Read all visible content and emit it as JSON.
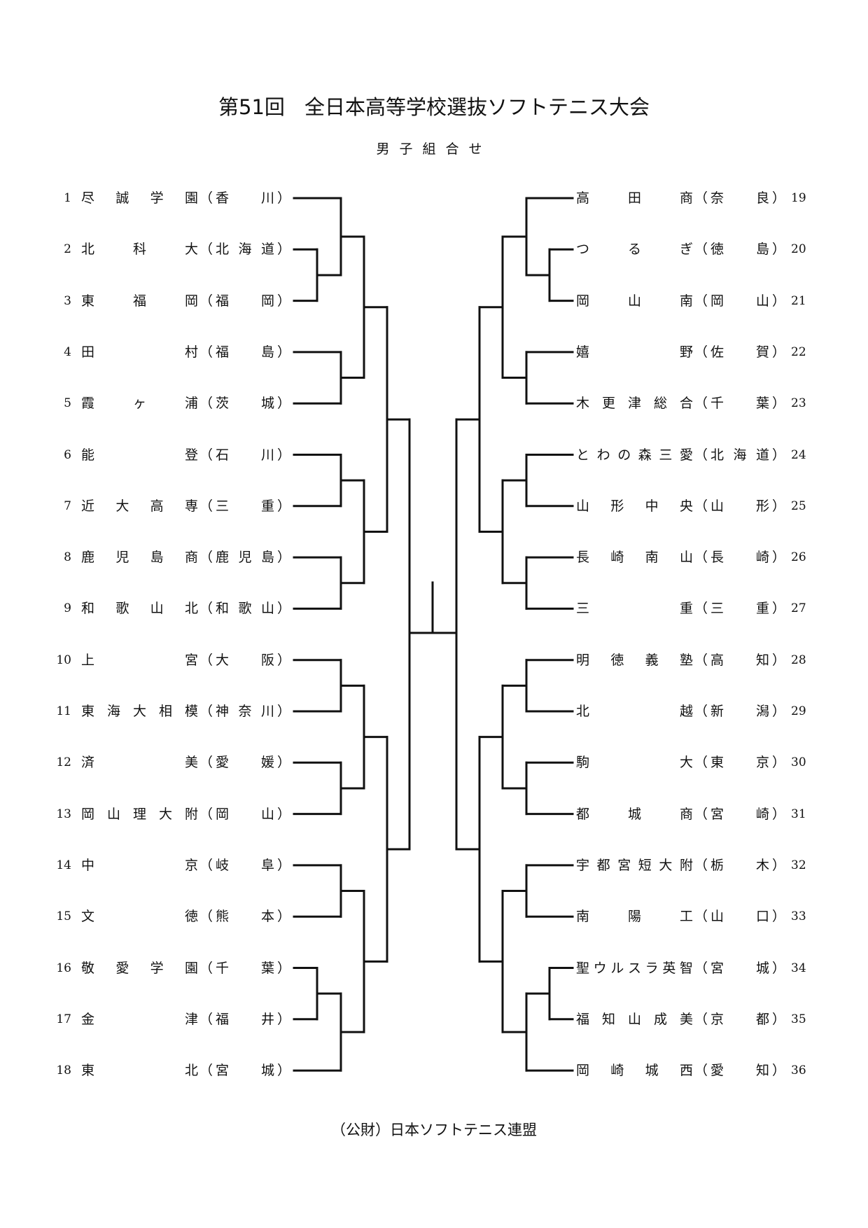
{
  "header": {
    "title_number": "第51回",
    "title": "全日本高等学校選抜ソフトテニス大会",
    "subtitle": "男子組合せ"
  },
  "entries_left": [
    {
      "no": "1",
      "school": "尽誠学園",
      "pref": "香川"
    },
    {
      "no": "2",
      "school": "北科大",
      "pref": "北海道"
    },
    {
      "no": "3",
      "school": "東福岡",
      "pref": "福岡"
    },
    {
      "no": "4",
      "school": "田村",
      "pref": "福島"
    },
    {
      "no": "5",
      "school": "霞ヶ浦",
      "pref": "茨城"
    },
    {
      "no": "6",
      "school": "能登",
      "pref": "石川"
    },
    {
      "no": "7",
      "school": "近大高専",
      "pref": "三重"
    },
    {
      "no": "8",
      "school": "鹿児島商",
      "pref": "鹿児島"
    },
    {
      "no": "9",
      "school": "和歌山北",
      "pref": "和歌山"
    },
    {
      "no": "10",
      "school": "上宮",
      "pref": "大阪"
    },
    {
      "no": "11",
      "school": "東海大相模",
      "pref": "神奈川"
    },
    {
      "no": "12",
      "school": "済美",
      "pref": "愛媛"
    },
    {
      "no": "13",
      "school": "岡山理大附",
      "pref": "岡山"
    },
    {
      "no": "14",
      "school": "中京",
      "pref": "岐阜"
    },
    {
      "no": "15",
      "school": "文徳",
      "pref": "熊本"
    },
    {
      "no": "16",
      "school": "敬愛学園",
      "pref": "千葉"
    },
    {
      "no": "17",
      "school": "金津",
      "pref": "福井"
    },
    {
      "no": "18",
      "school": "東北",
      "pref": "宮城"
    }
  ],
  "entries_right": [
    {
      "no": "19",
      "school": "高田商",
      "pref": "奈良"
    },
    {
      "no": "20",
      "school": "つるぎ",
      "pref": "徳島"
    },
    {
      "no": "21",
      "school": "岡山南",
      "pref": "岡山"
    },
    {
      "no": "22",
      "school": "嬉野",
      "pref": "佐賀"
    },
    {
      "no": "23",
      "school": "木更津総合",
      "pref": "千葉"
    },
    {
      "no": "24",
      "school": "とわの森三愛",
      "pref": "北海道"
    },
    {
      "no": "25",
      "school": "山形中央",
      "pref": "山形"
    },
    {
      "no": "26",
      "school": "長崎南山",
      "pref": "長崎"
    },
    {
      "no": "27",
      "school": "三重",
      "pref": "三重"
    },
    {
      "no": "28",
      "school": "明徳義塾",
      "pref": "高知"
    },
    {
      "no": "29",
      "school": "北越",
      "pref": "新潟"
    },
    {
      "no": "30",
      "school": "駒大",
      "pref": "東京"
    },
    {
      "no": "31",
      "school": "都城商",
      "pref": "宮崎"
    },
    {
      "no": "32",
      "school": "宇都宮短大附",
      "pref": "栃木"
    },
    {
      "no": "33",
      "school": "南陽工",
      "pref": "山口"
    },
    {
      "no": "34",
      "school": "聖ウルスラ英智",
      "pref": "宮城"
    },
    {
      "no": "35",
      "school": "福知山成美",
      "pref": "京都"
    },
    {
      "no": "36",
      "school": "岡崎城西",
      "pref": "愛知"
    }
  ],
  "bracket": {
    "line_color": "#111111",
    "left_matches": [
      [
        2,
        3
      ],
      [
        1,
        "2-3"
      ],
      [
        4,
        5
      ],
      [
        "1-3",
        "4-5"
      ],
      [
        6,
        7
      ],
      [
        8,
        9
      ],
      [
        "6-7",
        "8-9"
      ],
      [
        "1-5",
        "6-9"
      ],
      [
        10,
        11
      ],
      [
        12,
        13
      ],
      [
        "10-11",
        "12-13"
      ],
      [
        16,
        17
      ],
      [
        "16-17",
        18
      ],
      [
        14,
        15
      ],
      [
        "14-15",
        "16-18"
      ],
      [
        "10-13",
        "14-18"
      ],
      [
        "1-9",
        "10-18"
      ]
    ],
    "right_matches": [
      [
        20,
        21
      ],
      [
        19,
        "20-21"
      ],
      [
        22,
        23
      ],
      [
        "19-21",
        "22-23"
      ],
      [
        24,
        25
      ],
      [
        26,
        27
      ],
      [
        "24-25",
        "26-27"
      ],
      [
        "19-23",
        "24-27"
      ],
      [
        28,
        29
      ],
      [
        30,
        31
      ],
      [
        "28-29",
        "30-31"
      ],
      [
        32,
        33
      ],
      [
        34,
        35
      ],
      [
        "34-35",
        36
      ],
      [
        "32-33",
        "34-36"
      ],
      [
        "28-31",
        "32-36"
      ],
      [
        "19-27",
        "28-36"
      ]
    ]
  },
  "footer": {
    "organization": "（公財）日本ソフトテニス連盟"
  }
}
